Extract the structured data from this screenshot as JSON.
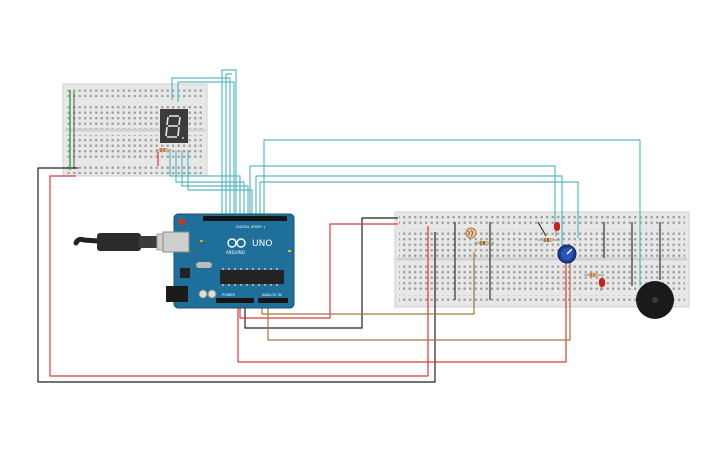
{
  "arduino": {
    "model_label": "UNO",
    "brand_label": "ARDUINO",
    "digital_header_label": "DIGITAL (PWM~)",
    "power_header_label": "POWER",
    "analog_header_label": "ANALOG IN"
  },
  "seven_segment": {
    "digit": "8"
  },
  "colors": {
    "wire_red": "#d93b3b",
    "wire_black": "#222222",
    "wire_cyan": "#5ab9c4",
    "wire_green": "#3aa83a",
    "wire_brown": "#a5763c",
    "arduino_board": "#1f6f9b",
    "breadboard": "#e7e7e7",
    "led_red": "#c81e1e"
  },
  "components": [
    "usb-cable",
    "arduino-uno",
    "breadboard-small",
    "breadboard-large",
    "seven-segment-display",
    "potentiometer",
    "photoresistor",
    "led-red",
    "piezo-buzzer",
    "resistor"
  ]
}
